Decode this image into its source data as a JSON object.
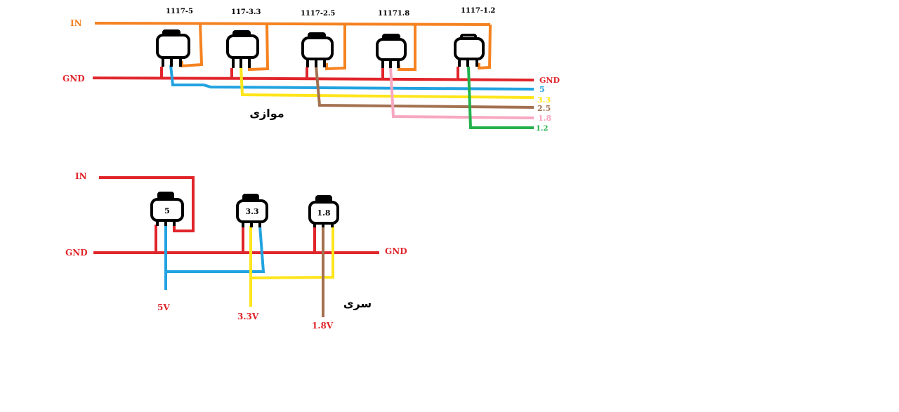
{
  "colors": {
    "in": "#f58220",
    "gnd": "#e0252b",
    "v5": "#22a3e0",
    "v33": "#ffe51a",
    "v25": "#a37150",
    "v18": "#f7a8c0",
    "v12": "#22b14c",
    "outline": "#000000"
  },
  "parallel": {
    "in_label": "IN",
    "gnd_label_left": "GND",
    "gnd_label_right": "GND",
    "title": "موازی",
    "parts": [
      "1117-5",
      "117-3.3",
      "1117-2.5",
      "11171.8",
      "1117-1.2"
    ],
    "outputs": [
      "5",
      "3.3",
      "2.5",
      "1.8",
      "1.2"
    ]
  },
  "series": {
    "in_label": "IN",
    "gnd_label_left": "GND",
    "gnd_label_right": "GND",
    "title": "سری",
    "chips": [
      "5",
      "3.3",
      "1.8"
    ],
    "outputs": [
      "5V",
      "3.3V",
      "1.8V"
    ]
  }
}
